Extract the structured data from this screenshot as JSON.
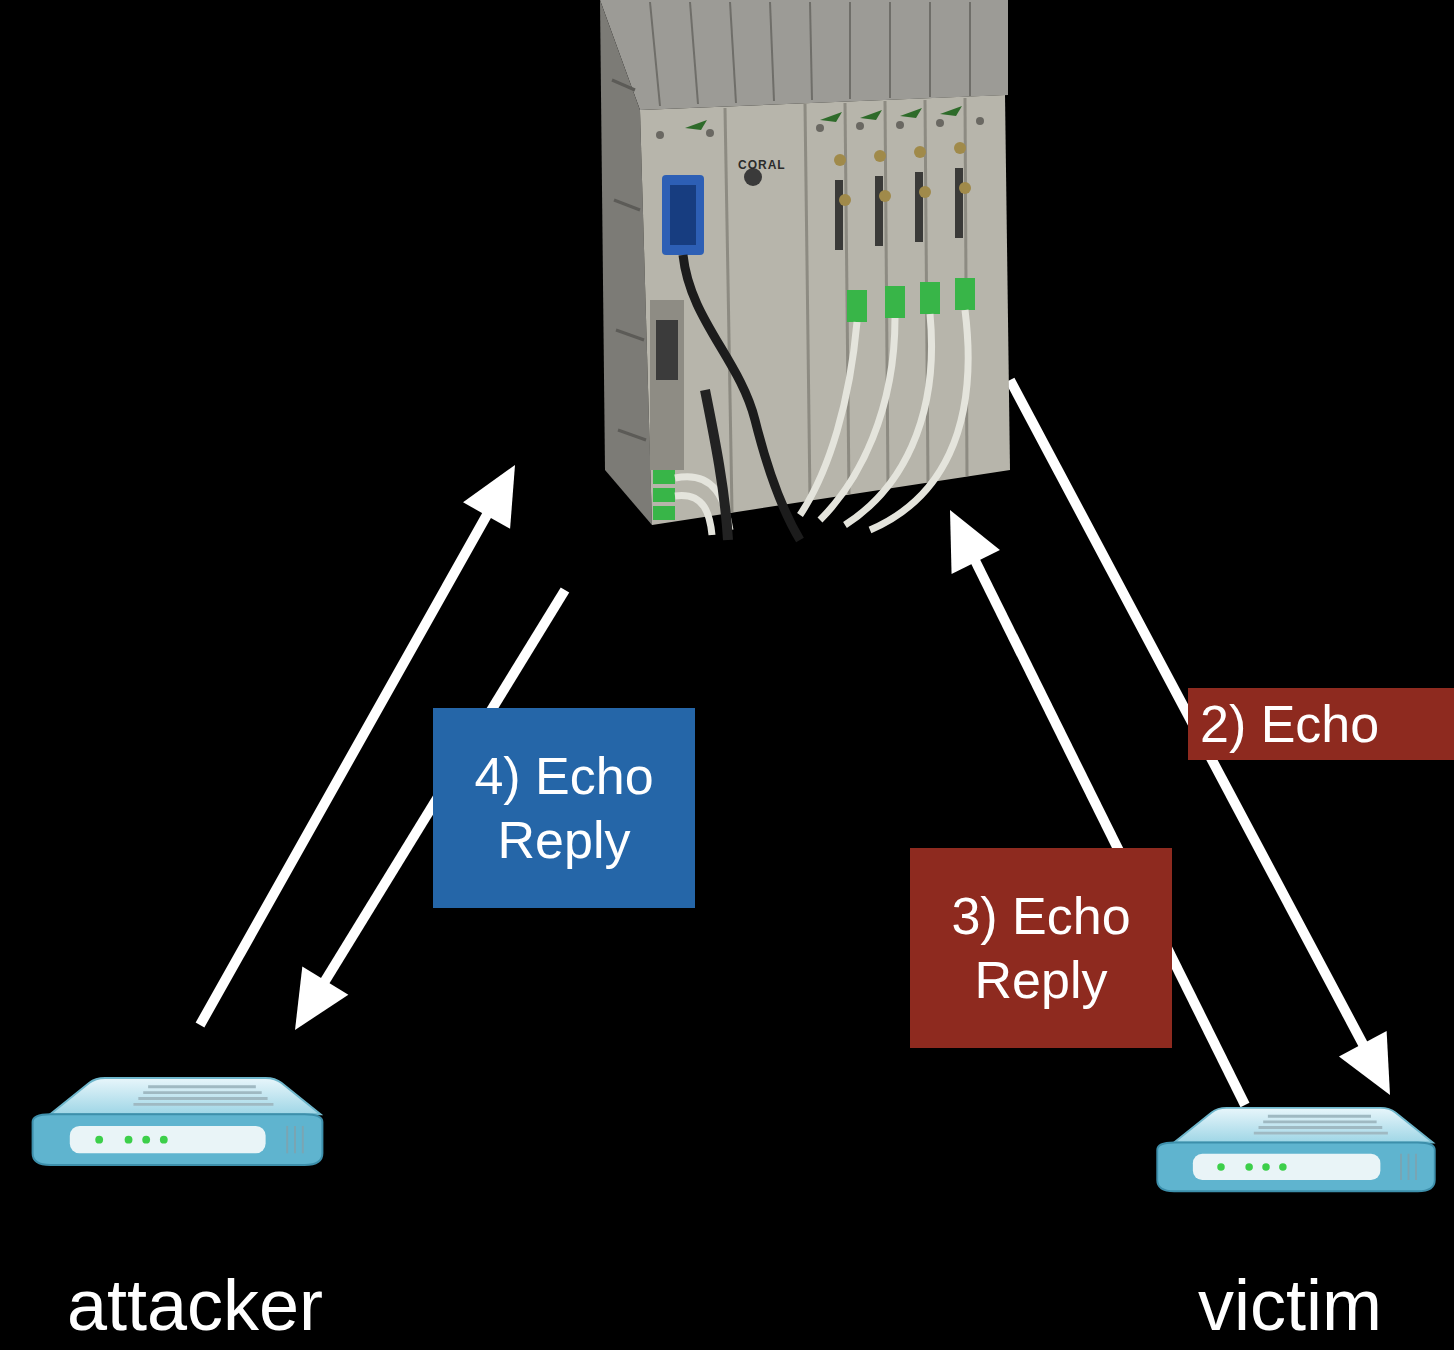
{
  "diagram": {
    "nodes": [
      {
        "text": [
          "CORAL"
        ]
      },
      {
        "text": [
          "attacker"
        ]
      },
      {
        "text": [
          "victim"
        ]
      }
    ],
    "edges": [
      {
        "from": 1,
        "to": 0,
        "arrow": "to"
      },
      {
        "from": 0,
        "to": 1,
        "label": "4) Echo Reply",
        "arrow": "to"
      },
      {
        "from": 0,
        "to": 2,
        "label": "2) Echo",
        "arrow": "to"
      },
      {
        "from": 2,
        "to": 0,
        "label": "3) Echo Reply",
        "arrow": "to"
      }
    ]
  }
}
